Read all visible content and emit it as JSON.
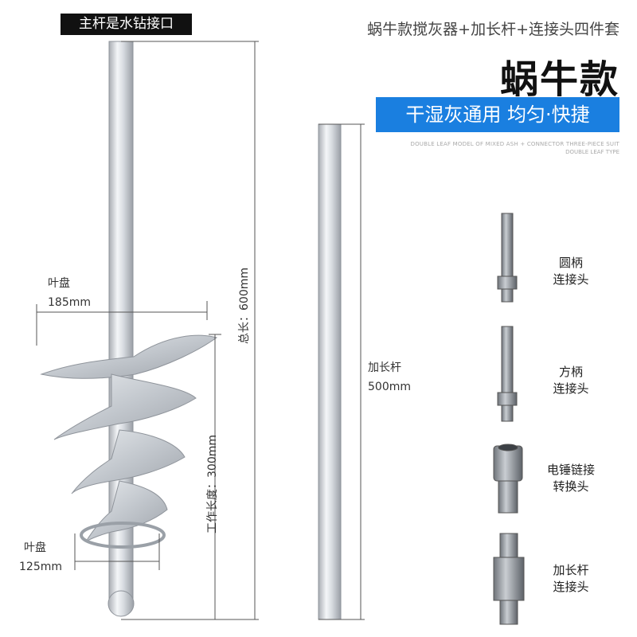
{
  "top_label": "主杆是水钻接口",
  "title": "蜗牛款搅灰器+加长杆+连接头四件套",
  "main_title": "蜗牛款",
  "banner": "干湿灰通用 均匀·快捷",
  "english_line1": "DOUBLE LEAF MODEL OF MIXED ASH + CONNECTOR THREE-PIECE SUIT",
  "english_line2": "DOUBLE LEAF TYPE",
  "dims": {
    "blade_top_label": "叶盘",
    "blade_top_size": "185mm",
    "blade_bottom_label": "叶盘",
    "blade_bottom_size": "125mm",
    "total_length": "总长：600mm",
    "working_length": "工作长度：300mm",
    "extension_label": "加长杆",
    "extension_size": "500mm"
  },
  "accessories": [
    {
      "line1": "圆柄",
      "line2": "连接头"
    },
    {
      "line1": "方柄",
      "line2": "连接头"
    },
    {
      "line1": "电锤链接",
      "line2": "转换头"
    },
    {
      "line1": "加长杆",
      "line2": "连接头"
    }
  ]
}
